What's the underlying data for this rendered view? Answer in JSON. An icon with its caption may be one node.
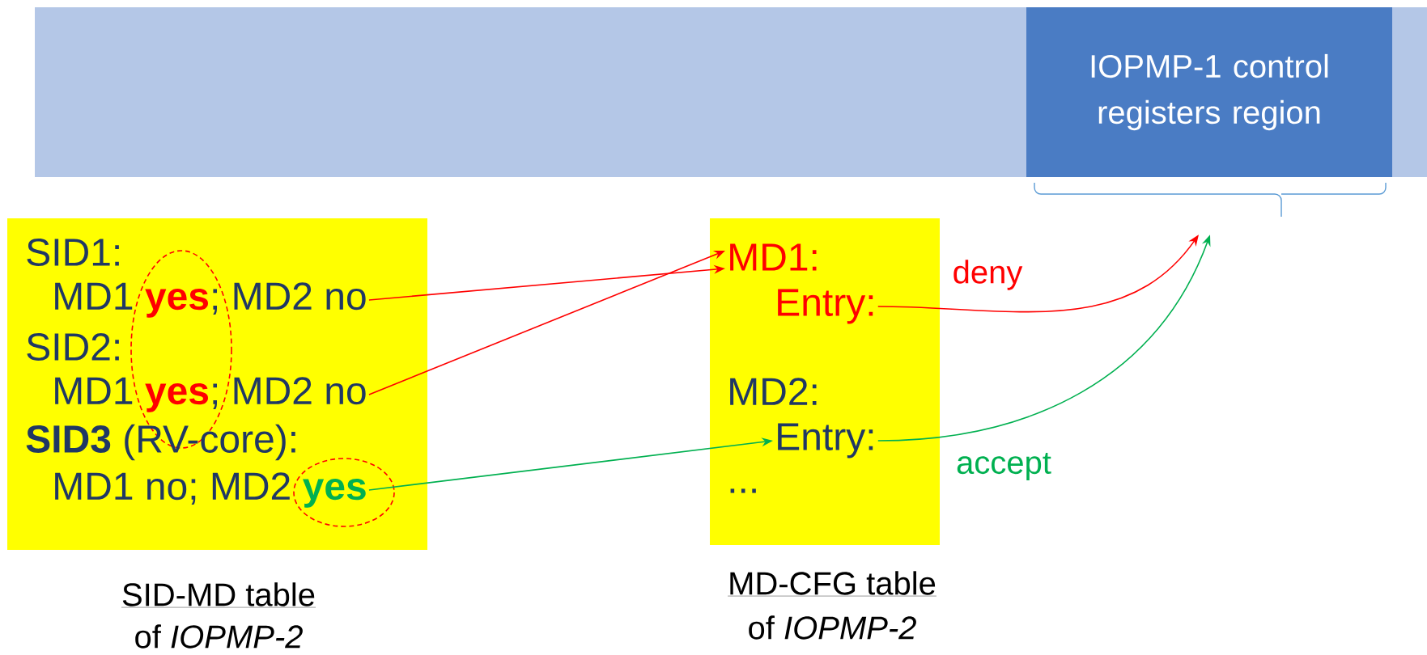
{
  "diagram": {
    "nodes": [
      {
        "text": [],
        "shape": "bar"
      },
      {
        "text": [
          "IOPMP-1 control registers region"
        ],
        "in": 0
      },
      {
        "text": [],
        "shape": "box",
        "beside": [
          "SID-MD table",
          "of *IOPMP-2*"
        ]
      },
      {
        "text": [
          "SID1:"
        ],
        "in": 2
      },
      {
        "text": [
          "MD1 **yes**; MD2 no"
        ],
        "in": 2
      },
      {
        "text": [
          "SID2:"
        ],
        "in": 2
      },
      {
        "text": [
          "MD1 **yes**; MD2 no"
        ],
        "in": 2
      },
      {
        "text": [
          "**SID3** (RV-core):"
        ],
        "in": 2
      },
      {
        "text": [
          "MD1 no; MD2 **yes**"
        ],
        "in": 2
      },
      {
        "text": [],
        "shape": "box",
        "beside": [
          "MD-CFG table",
          "of *IOPMP-2*"
        ]
      },
      {
        "text": [
          "MD1:"
        ],
        "in": 9
      },
      {
        "text": [
          "Entry:"
        ],
        "in": 9
      },
      {
        "text": [
          "MD2:"
        ],
        "in": 9
      },
      {
        "text": [
          "Entry:"
        ],
        "in": 9
      },
      {
        "text": [
          "..."
        ],
        "in": 9
      },
      {
        "text": [],
        "shape": "brace"
      }
    ],
    "edges": [
      {
        "from": 4,
        "to": 10,
        "arrow": "to"
      },
      {
        "from": 6,
        "to": 10,
        "arrow": "to"
      },
      {
        "from": 8,
        "to": 13,
        "arrow": "to",
        "color": "#00b050"
      },
      {
        "from": 11,
        "to": 15,
        "arrow": "to",
        "label": "deny"
      },
      {
        "from": 13,
        "to": 15,
        "arrow": "to",
        "label": "accept",
        "color": "#00b050"
      }
    ]
  }
}
